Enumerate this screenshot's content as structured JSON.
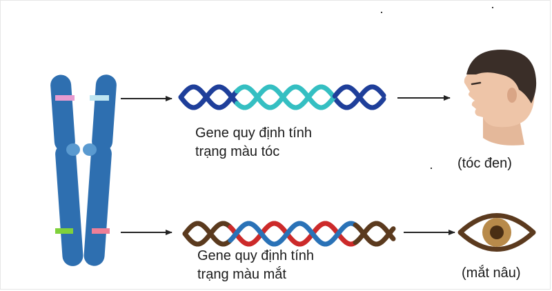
{
  "gene_hair": {
    "label_line1": "Gene quy định tính",
    "label_line2": "trạng màu tóc",
    "trait": "(tóc đen)",
    "icon": "human-head-profile-icon"
  },
  "gene_eye": {
    "label_line1": "Gene quy định tính",
    "label_line2": "trạng màu mắt",
    "trait": "(mắt nâu)",
    "icon": "brown-eye-icon"
  },
  "colors": {
    "chromosome": "#2e6fb0",
    "band_pink": "#e79bd0",
    "band_light": "#bfe6f2",
    "band_green": "#7fd13b",
    "band_rose": "#ee7f97",
    "dna_hair_dark": "#1f3f9a",
    "dna_hair_teal": "#35bfc2",
    "dna_eye_brown": "#5b3a1e",
    "dna_eye_red": "#cc2a2a",
    "dna_eye_blue": "#2a72b7",
    "iris": "#b88a4a"
  }
}
